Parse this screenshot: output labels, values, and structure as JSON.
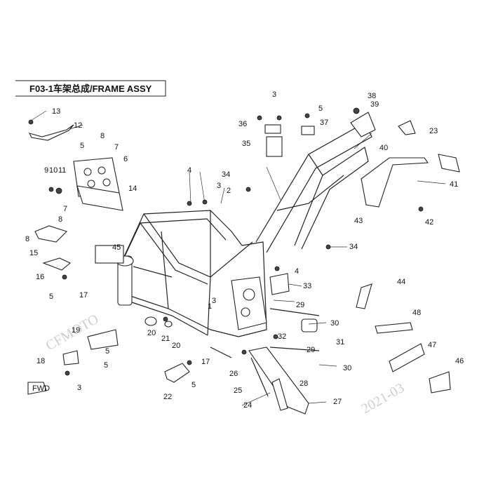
{
  "title": "F03-1车架总成/FRAME ASSY",
  "fwd_label": "FWD",
  "watermarks": [
    "CFMOTO",
    "2021-03"
  ],
  "callouts": [
    "1",
    "2",
    "3",
    "4",
    "5",
    "6",
    "7",
    "8",
    "9",
    "10",
    "11",
    "12",
    "13",
    "14",
    "15",
    "16",
    "17",
    "18",
    "19",
    "20",
    "21",
    "22",
    "23",
    "24",
    "25",
    "26",
    "27",
    "28",
    "29",
    "30",
    "31",
    "32",
    "33",
    "34",
    "35",
    "36",
    "37",
    "38",
    "39",
    "40",
    "41",
    "42",
    "43",
    "44",
    "45",
    "46",
    "47",
    "48"
  ],
  "colors": {
    "line": "#222222",
    "watermark": "#cfcfcf",
    "background": "#ffffff"
  }
}
